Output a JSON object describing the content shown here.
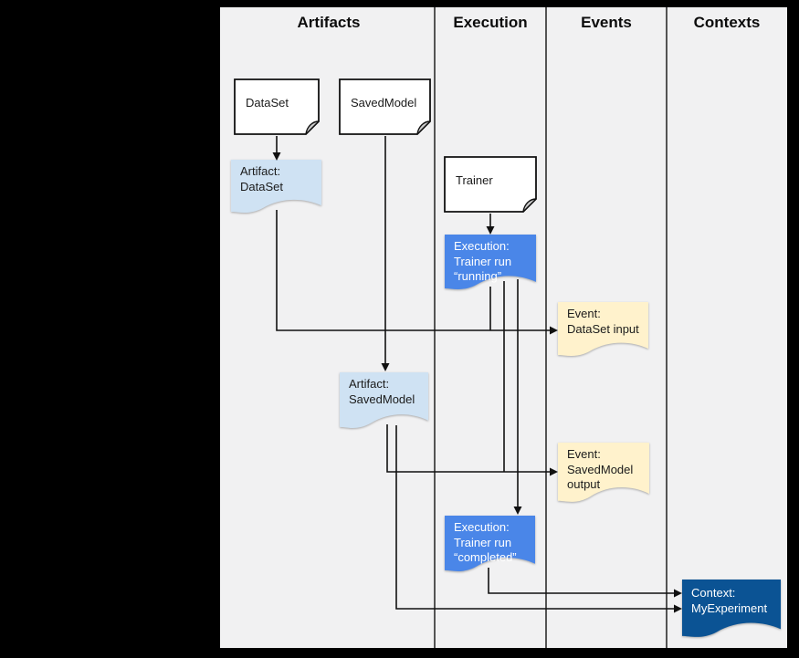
{
  "columns": [
    {
      "label": "Artifacts"
    },
    {
      "label": "Execution"
    },
    {
      "label": "Events"
    },
    {
      "label": "Contexts"
    }
  ],
  "nodes": {
    "dataset": {
      "lines": [
        "DataSet"
      ]
    },
    "savedmodel": {
      "lines": [
        "SavedModel"
      ]
    },
    "trainer": {
      "lines": [
        "Trainer"
      ]
    },
    "artifact_dataset": {
      "lines": [
        "Artifact:",
        "DataSet"
      ]
    },
    "artifact_savedmodel": {
      "lines": [
        "Artifact:",
        "SavedModel"
      ]
    },
    "execution_running": {
      "lines": [
        "Execution:",
        "Trainer run",
        "“running”"
      ]
    },
    "execution_completed": {
      "lines": [
        "Execution:",
        "Trainer run",
        "“completed”"
      ]
    },
    "event_dataset_input": {
      "lines": [
        "Event:",
        "DataSet input"
      ]
    },
    "event_savedmodel_output": {
      "lines": [
        "Event:",
        "SavedModel",
        "output"
      ]
    },
    "context_myexperiment": {
      "lines": [
        "Context:",
        "MyExperiment"
      ]
    }
  },
  "edges": [
    {
      "from": "dataset",
      "to": "artifact_dataset"
    },
    {
      "from": "savedmodel",
      "to": "artifact_savedmodel"
    },
    {
      "from": "trainer",
      "to": "execution_running"
    },
    {
      "from": "artifact_dataset",
      "to": "event_dataset_input"
    },
    {
      "from": "execution_running",
      "to": "event_dataset_input"
    },
    {
      "from": "artifact_savedmodel",
      "to": "event_savedmodel_output"
    },
    {
      "from": "execution_running",
      "to": "event_savedmodel_output"
    },
    {
      "from": "execution_running",
      "to": "execution_completed"
    },
    {
      "from": "execution_completed",
      "to": "context_myexperiment"
    },
    {
      "from": "artifact_savedmodel",
      "to": "context_myexperiment"
    }
  ],
  "colors": {
    "background": "#000000",
    "canvas": "#f1f1f2",
    "line": "#111111",
    "box-fill": "#ffffff",
    "fold-fill": "#cccccc",
    "artifact-fill": "#cfe2f3",
    "execution-fill": "#4a86e8",
    "event-fill": "#fff2cc",
    "context-fill": "#0b5394",
    "light-text": "#1b1b1b",
    "dark-shape-text": "#ffffff"
  }
}
